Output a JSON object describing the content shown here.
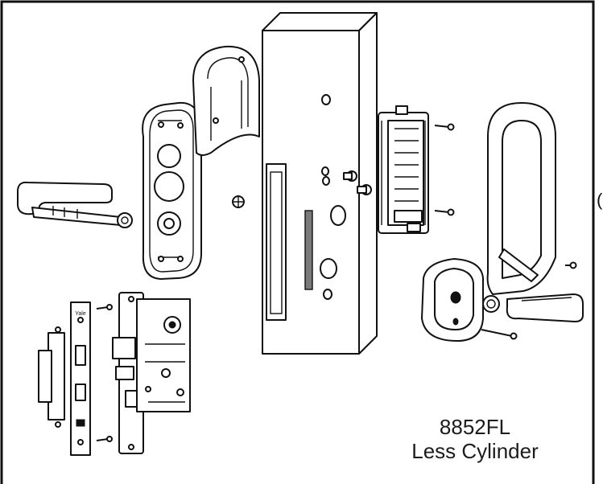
{
  "diagram": {
    "model": "8852FL",
    "subtitle": "Less Cylinder",
    "brand_mark": "Yale",
    "edge_glyph": "("
  }
}
